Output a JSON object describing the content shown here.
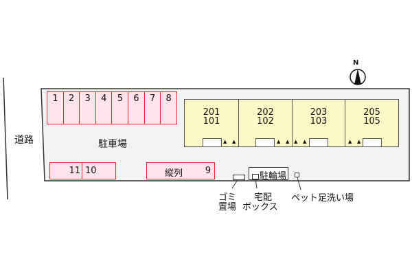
{
  "road_label": "道路",
  "parking_label": "駐車場",
  "compass_label": "N",
  "parking_slots": [
    "1",
    "2",
    "3",
    "4",
    "5",
    "6",
    "7",
    "8"
  ],
  "slot_11": "11",
  "slot_10": "10",
  "tandem_label": "縦列",
  "slot_9": "9",
  "units": [
    {
      "upper": "201",
      "lower": "101"
    },
    {
      "upper": "202",
      "lower": "102"
    },
    {
      "upper": "203",
      "lower": "103"
    },
    {
      "upper": "205",
      "lower": "105"
    }
  ],
  "bike_parking": "駐輪場",
  "garbage_label_1": "ゴミ",
  "garbage_label_2": "置場",
  "delivery_label_1": "宅配",
  "delivery_label_2": "ボックス",
  "pet_label": "ペット足洗い場",
  "colors": {
    "parking_fill": "#fde4ec",
    "parking_border": "#e8202a",
    "building_fill": "#fdf8c8",
    "site_fill": "#f3f3f3"
  }
}
